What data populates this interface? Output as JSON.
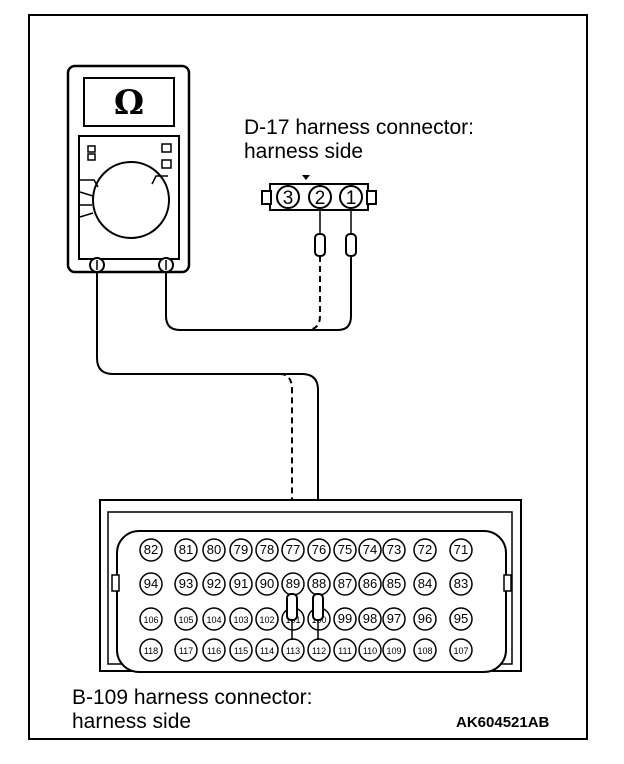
{
  "meter": {
    "symbol": "Ω"
  },
  "d17": {
    "label_line1": "D-17 harness connector:",
    "label_line2": "harness side",
    "pins": [
      "3",
      "2",
      "1"
    ]
  },
  "b109": {
    "label_line1": "B-109 harness connector:",
    "label_line2": "harness side",
    "rows": [
      [
        "82",
        "81",
        "80",
        "79",
        "78",
        "77",
        "76",
        "75",
        "74",
        "73",
        "72",
        "71"
      ],
      [
        "94",
        "93",
        "92",
        "91",
        "90",
        "89",
        "88",
        "87",
        "86",
        "85",
        "84",
        "83"
      ],
      [
        "106",
        "105",
        "104",
        "103",
        "102",
        "101",
        "100",
        "99",
        "98",
        "97",
        "96",
        "95"
      ],
      [
        "118",
        "117",
        "116",
        "115",
        "114",
        "113",
        "112",
        "111",
        "110",
        "109",
        "108",
        "107"
      ]
    ]
  },
  "figure_code": "AK604521AB"
}
